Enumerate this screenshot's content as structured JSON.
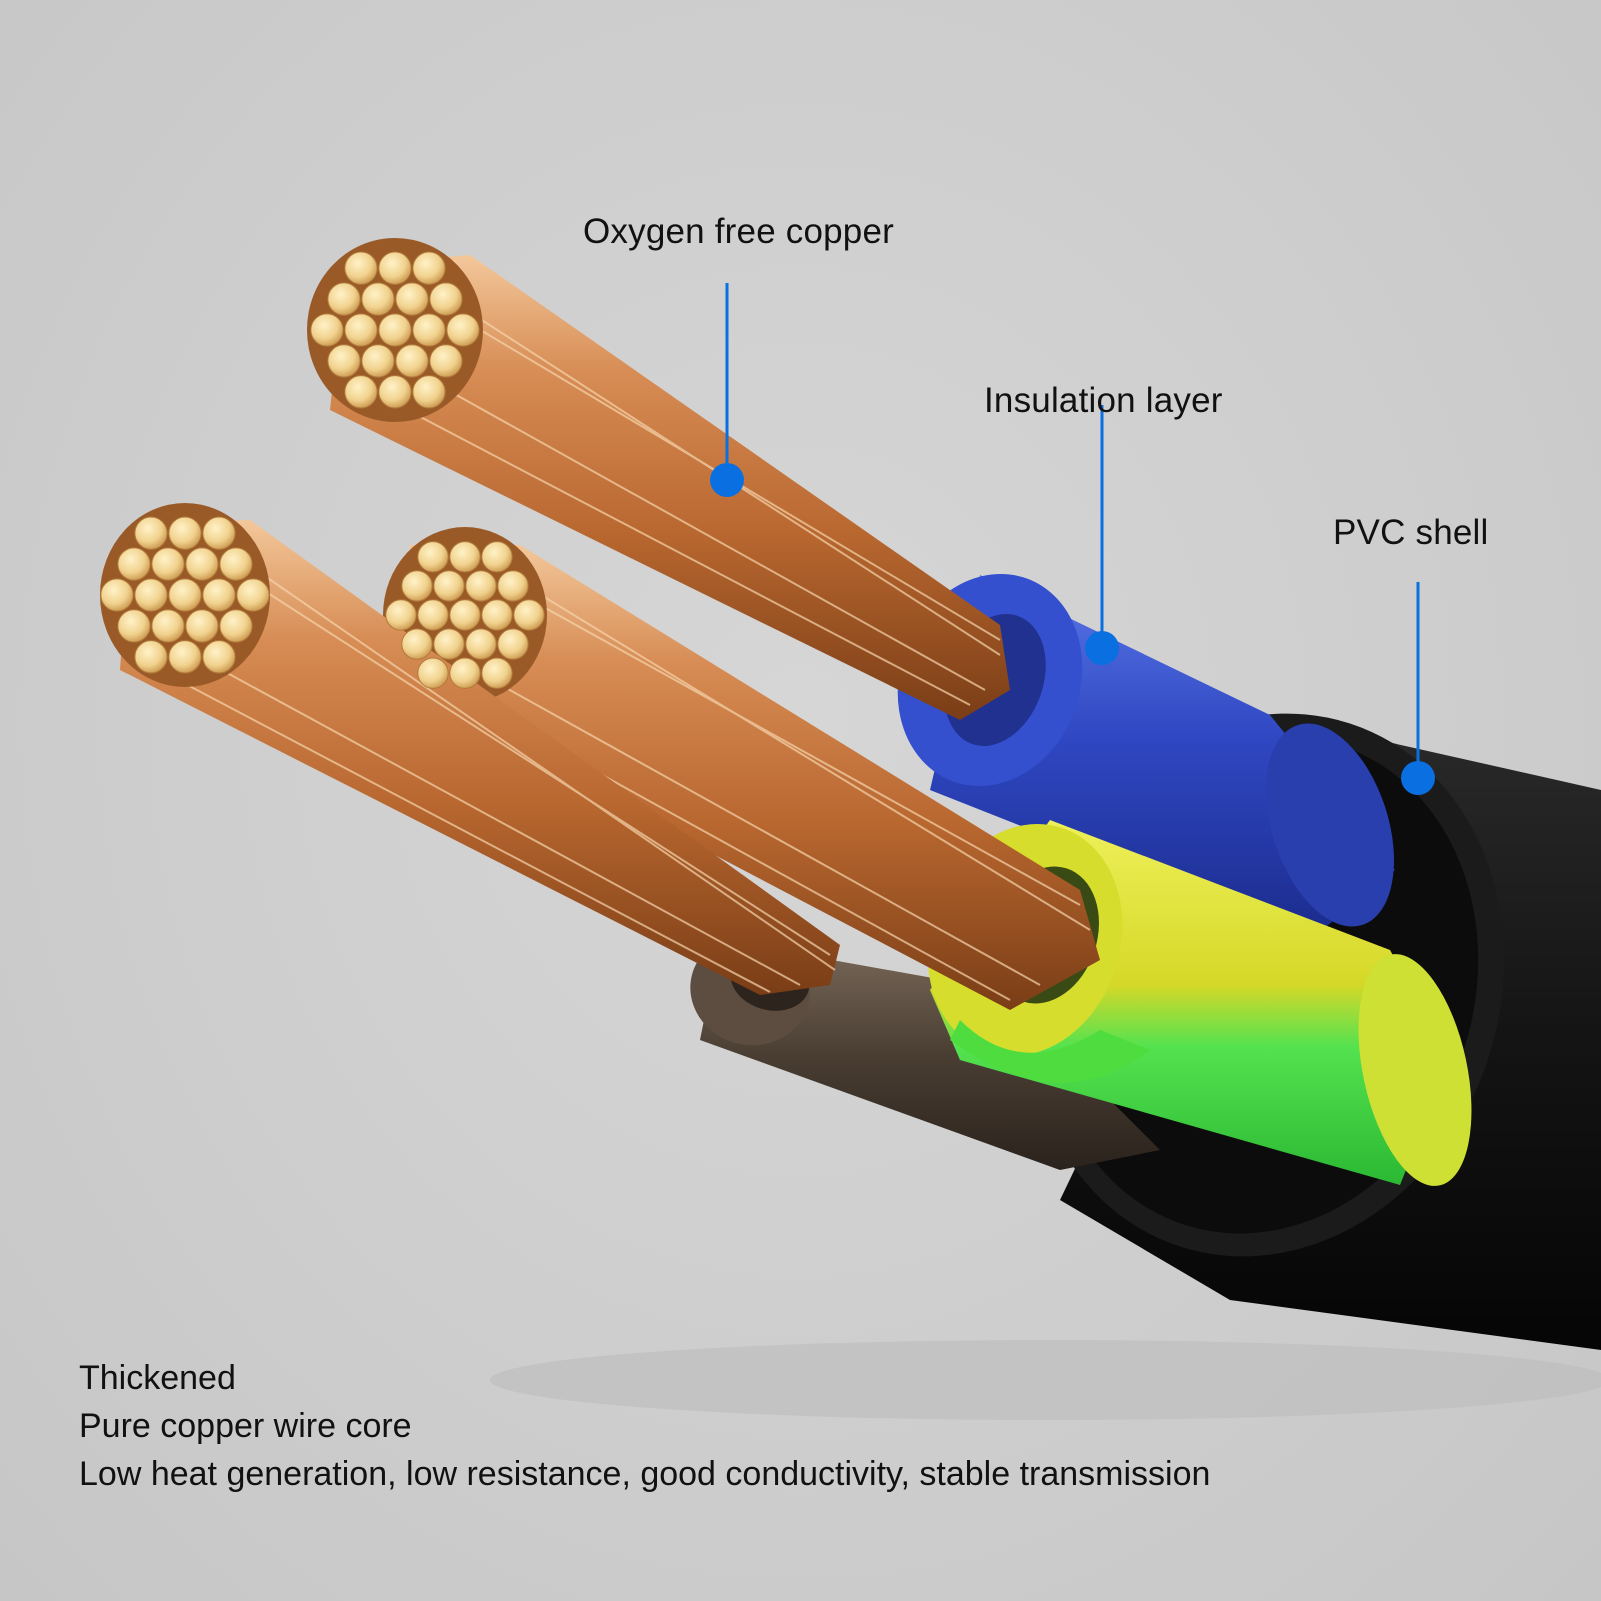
{
  "labels": {
    "oxygen_free_copper": "Oxygen free copper",
    "insulation_layer": "Insulation layer",
    "pvc_shell": "PVC shell"
  },
  "caption": {
    "line1": "Thickened",
    "line2": "Pure copper wire core",
    "line3": "Low heat generation, low resistance, good conductivity, stable transmission"
  },
  "colors": {
    "background": "#cdcdcd",
    "callout": "#0a6fe0",
    "pvc_shell": "#151515",
    "insulation_blue": "#2f47c2",
    "insulation_yellow": "#dfe02a",
    "insulation_green": "#46e04a",
    "insulation_brown": "#4a3e33",
    "copper": "#c8773f"
  }
}
